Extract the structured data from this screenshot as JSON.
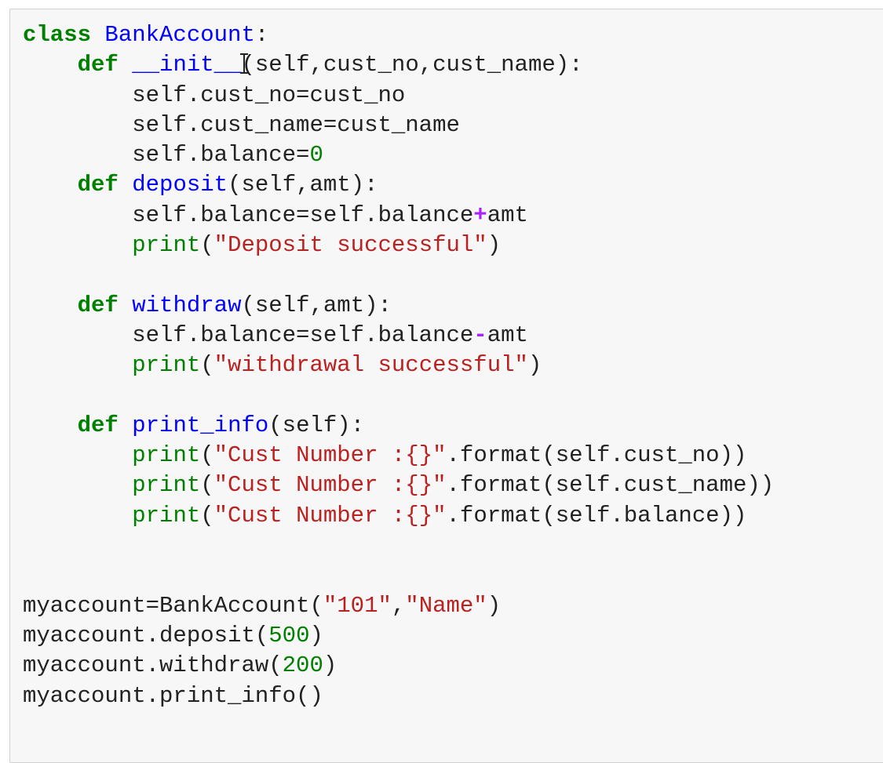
{
  "cell": {
    "lines": [
      [
        {
          "t": "class",
          "c": "kw"
        },
        {
          "t": " "
        },
        {
          "t": "BankAccount",
          "c": "cls"
        },
        {
          "t": ":"
        }
      ],
      [
        {
          "t": "    "
        },
        {
          "t": "def",
          "c": "kw"
        },
        {
          "t": " "
        },
        {
          "t": "__init__",
          "c": "fn"
        },
        {
          "t": "(self,cust_no,cust_name):"
        }
      ],
      [
        {
          "t": "        self.cust_no=cust_no"
        }
      ],
      [
        {
          "t": "        self.cust_name=cust_name"
        }
      ],
      [
        {
          "t": "        self.balance="
        },
        {
          "t": "0",
          "c": "nm"
        }
      ],
      [
        {
          "t": "    "
        },
        {
          "t": "def",
          "c": "kw"
        },
        {
          "t": " "
        },
        {
          "t": "deposit",
          "c": "fn"
        },
        {
          "t": "(self,amt):"
        }
      ],
      [
        {
          "t": "        self.balance=self.balance"
        },
        {
          "t": "+",
          "c": "op"
        },
        {
          "t": "amt"
        }
      ],
      [
        {
          "t": "        "
        },
        {
          "t": "print",
          "c": "bi"
        },
        {
          "t": "("
        },
        {
          "t": "\"Deposit successful\"",
          "c": "st"
        },
        {
          "t": ")"
        }
      ],
      [
        {
          "t": ""
        }
      ],
      [
        {
          "t": "    "
        },
        {
          "t": "def",
          "c": "kw"
        },
        {
          "t": " "
        },
        {
          "t": "withdraw",
          "c": "fn"
        },
        {
          "t": "(self,amt):"
        }
      ],
      [
        {
          "t": "        self.balance=self.balance"
        },
        {
          "t": "-",
          "c": "op"
        },
        {
          "t": "amt"
        }
      ],
      [
        {
          "t": "        "
        },
        {
          "t": "print",
          "c": "bi"
        },
        {
          "t": "("
        },
        {
          "t": "\"withdrawal successful\"",
          "c": "st"
        },
        {
          "t": ")"
        }
      ],
      [
        {
          "t": ""
        }
      ],
      [
        {
          "t": "    "
        },
        {
          "t": "def",
          "c": "kw"
        },
        {
          "t": " "
        },
        {
          "t": "print_info",
          "c": "fn"
        },
        {
          "t": "(self):"
        }
      ],
      [
        {
          "t": "        "
        },
        {
          "t": "print",
          "c": "bi"
        },
        {
          "t": "("
        },
        {
          "t": "\"Cust Number :{}\"",
          "c": "st"
        },
        {
          "t": ".format(self.cust_no))"
        }
      ],
      [
        {
          "t": "        "
        },
        {
          "t": "print",
          "c": "bi"
        },
        {
          "t": "("
        },
        {
          "t": "\"Cust Number :{}\"",
          "c": "st"
        },
        {
          "t": ".format(self.cust_name))"
        }
      ],
      [
        {
          "t": "        "
        },
        {
          "t": "print",
          "c": "bi"
        },
        {
          "t": "("
        },
        {
          "t": "\"Cust Number :{}\"",
          "c": "st"
        },
        {
          "t": ".format(self.balance))"
        }
      ],
      [
        {
          "t": ""
        }
      ],
      [
        {
          "t": ""
        }
      ],
      [
        {
          "t": "myaccount=BankAccount("
        },
        {
          "t": "\"101\"",
          "c": "st"
        },
        {
          "t": ","
        },
        {
          "t": "\"Name\"",
          "c": "st"
        },
        {
          "t": ")"
        }
      ],
      [
        {
          "t": "myaccount.deposit("
        },
        {
          "t": "500",
          "c": "nm"
        },
        {
          "t": ")"
        }
      ],
      [
        {
          "t": "myaccount.withdraw("
        },
        {
          "t": "200",
          "c": "nm"
        },
        {
          "t": ")"
        }
      ],
      [
        {
          "t": "myaccount.print_info()"
        }
      ]
    ]
  }
}
